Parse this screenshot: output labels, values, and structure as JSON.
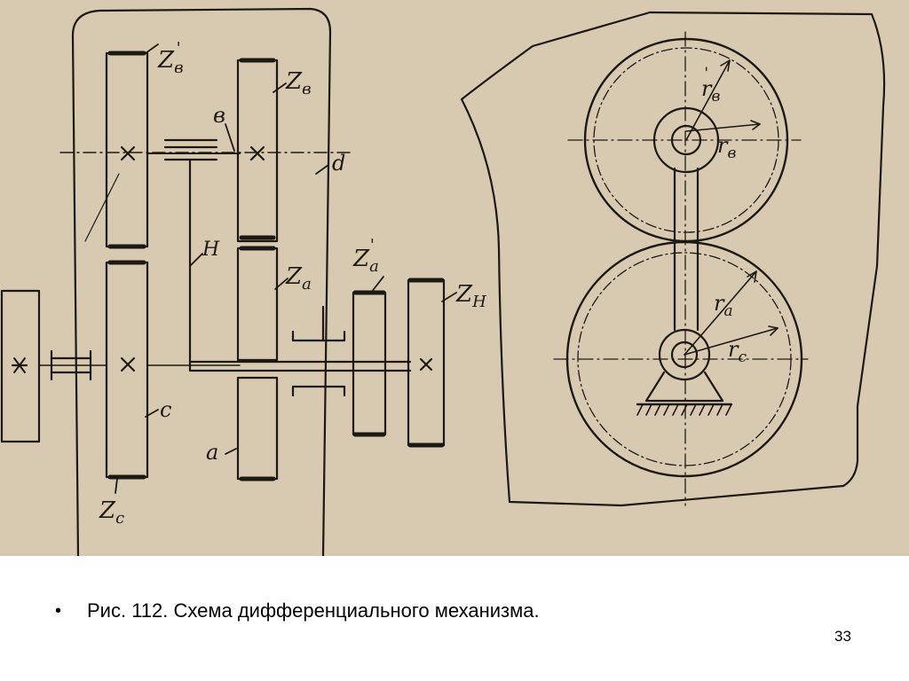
{
  "figure": {
    "labels": {
      "zb_prime": "Z",
      "zb_prime_sub": "в",
      "zb_prime_mark": "'",
      "zb": "Z",
      "zb_sub": "в",
      "b": "в",
      "d": "d",
      "h": "H",
      "za": "Z",
      "za_sub": "a",
      "za_prime": "Z",
      "za_prime_sub": "a",
      "za_prime_mark": "'",
      "zh": "Z",
      "zh_sub": "H",
      "c": "c",
      "a": "a",
      "zc": "Z",
      "zc_sub": "c",
      "rb_prime": "r",
      "rb_prime_sub": "в",
      "rb_prime_mark": "'",
      "rb": "r",
      "rb_sub": "в",
      "ra": "r",
      "ra_sub": "a",
      "rc": "r",
      "rc_sub": "c"
    },
    "colors": {
      "paper": "#d8cab1",
      "ink": "#1d1912"
    }
  },
  "caption": {
    "bullet": "•",
    "text": "Рис.  112. Схема дифференциального   механизма."
  },
  "page_number": "33"
}
